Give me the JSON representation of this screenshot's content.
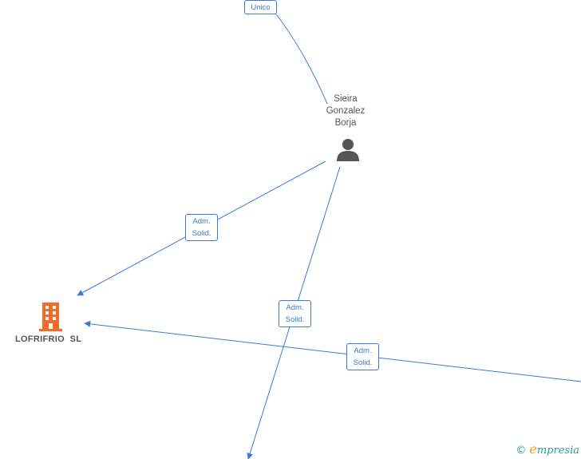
{
  "nodes": {
    "person": {
      "name_lines": [
        "Sieira",
        "Gonzalez",
        "Borja"
      ],
      "icon": "person-icon",
      "color": "#555555"
    },
    "company": {
      "name": "LOFRIFRIO  SL",
      "icon": "building-icon",
      "color": "#f26b2a"
    }
  },
  "edges": [
    {
      "id": "unico",
      "label_lines": [
        "Unico"
      ]
    },
    {
      "id": "adm1",
      "label_lines": [
        "Adm.",
        "Solid."
      ]
    },
    {
      "id": "adm2",
      "label_lines": [
        "Adm.",
        "Solid."
      ]
    },
    {
      "id": "adm3",
      "label_lines": [
        "Adm.",
        "Solid."
      ]
    }
  ],
  "colors": {
    "edge": "#3a7bd5"
  },
  "watermark": {
    "symbol": "©",
    "brand_initial": "e",
    "brand_rest": "mpresia"
  }
}
